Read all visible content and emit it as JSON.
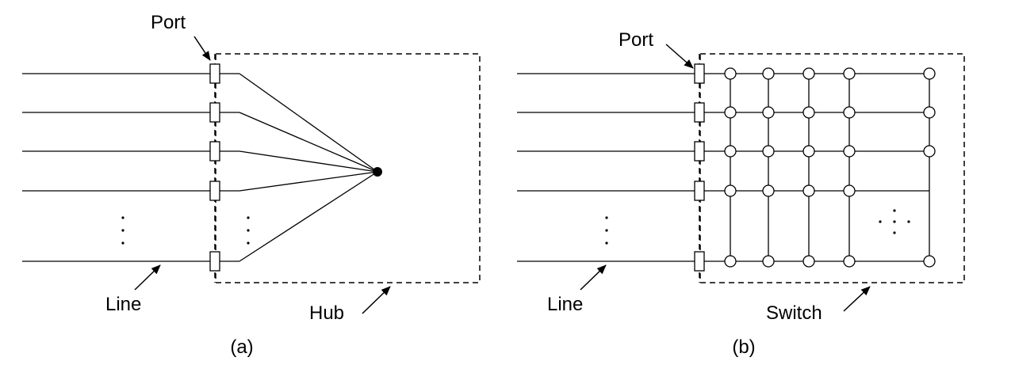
{
  "panel_a": {
    "label_port": "Port",
    "label_line": "Line",
    "label_hub": "Hub",
    "caption": "(a)"
  },
  "panel_b": {
    "label_port": "Port",
    "label_line": "Line",
    "label_switch": "Switch",
    "caption": "(b)"
  }
}
